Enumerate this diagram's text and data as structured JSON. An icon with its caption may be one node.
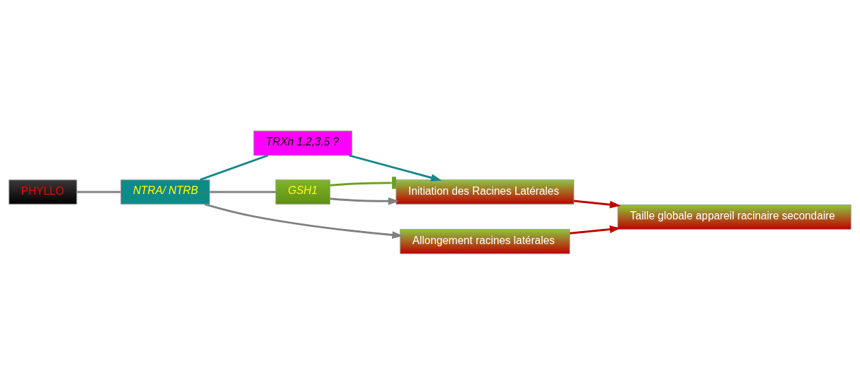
{
  "diagram": {
    "nodes": [
      {
        "text": [
          "PHYLLO"
        ]
      },
      {
        "text": [
          "NTRA/ NTRB"
        ]
      },
      {
        "text": [
          "TRXh 1,2,3,5 ?"
        ]
      },
      {
        "text": [
          "GSH1"
        ]
      },
      {
        "text": [
          "Initiation des Racines Latérales"
        ]
      },
      {
        "text": [
          "Taille globale appareil racinaire secondaire"
        ]
      },
      {
        "text": [
          "Allongement racines latérales"
        ]
      }
    ],
    "edges": [
      {
        "from": 0,
        "to": 1,
        "arrow": "none"
      },
      {
        "from": 1,
        "to": 2,
        "arrow": "none",
        "color": "#17868a"
      },
      {
        "from": 2,
        "to": 4,
        "arrow": "to",
        "color": "#17868a"
      },
      {
        "from": 1,
        "to": 3,
        "arrow": "none"
      },
      {
        "from": 3,
        "to": 4,
        "arrow": "to"
      },
      {
        "from": 3,
        "to": 4,
        "arrow": "other",
        "color": "#6aa121"
      },
      {
        "from": 1,
        "to": 6,
        "arrow": "to"
      },
      {
        "from": 4,
        "to": 5,
        "arrow": "to",
        "color": "#c00000"
      },
      {
        "from": 6,
        "to": 5,
        "arrow": "to",
        "color": "#c00000"
      }
    ]
  }
}
